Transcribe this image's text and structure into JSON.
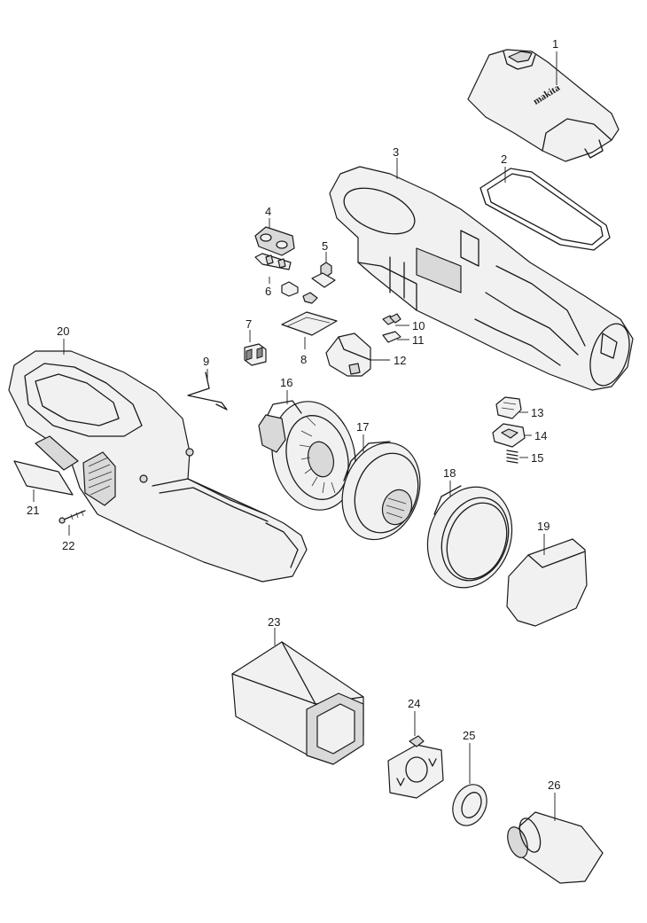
{
  "diagram": {
    "logo_text": "makita",
    "parts": [
      {
        "id": "p1",
        "label": "1"
      },
      {
        "id": "p2",
        "label": "2"
      },
      {
        "id": "p3",
        "label": "3"
      },
      {
        "id": "p4",
        "label": "4"
      },
      {
        "id": "p5",
        "label": "5"
      },
      {
        "id": "p6",
        "label": "6"
      },
      {
        "id": "p7",
        "label": "7"
      },
      {
        "id": "p8",
        "label": "8"
      },
      {
        "id": "p9",
        "label": "9"
      },
      {
        "id": "p10",
        "label": "10"
      },
      {
        "id": "p11",
        "label": "11"
      },
      {
        "id": "p12",
        "label": "12"
      },
      {
        "id": "p13",
        "label": "13"
      },
      {
        "id": "p14",
        "label": "14"
      },
      {
        "id": "p15",
        "label": "15"
      },
      {
        "id": "p16",
        "label": "16"
      },
      {
        "id": "p17",
        "label": "17"
      },
      {
        "id": "p18",
        "label": "18"
      },
      {
        "id": "p19",
        "label": "19"
      },
      {
        "id": "p20",
        "label": "20"
      },
      {
        "id": "p21",
        "label": "21"
      },
      {
        "id": "p22",
        "label": "22"
      },
      {
        "id": "p23",
        "label": "23"
      },
      {
        "id": "p24",
        "label": "24"
      },
      {
        "id": "p25",
        "label": "25"
      },
      {
        "id": "p26",
        "label": "26"
      }
    ]
  }
}
